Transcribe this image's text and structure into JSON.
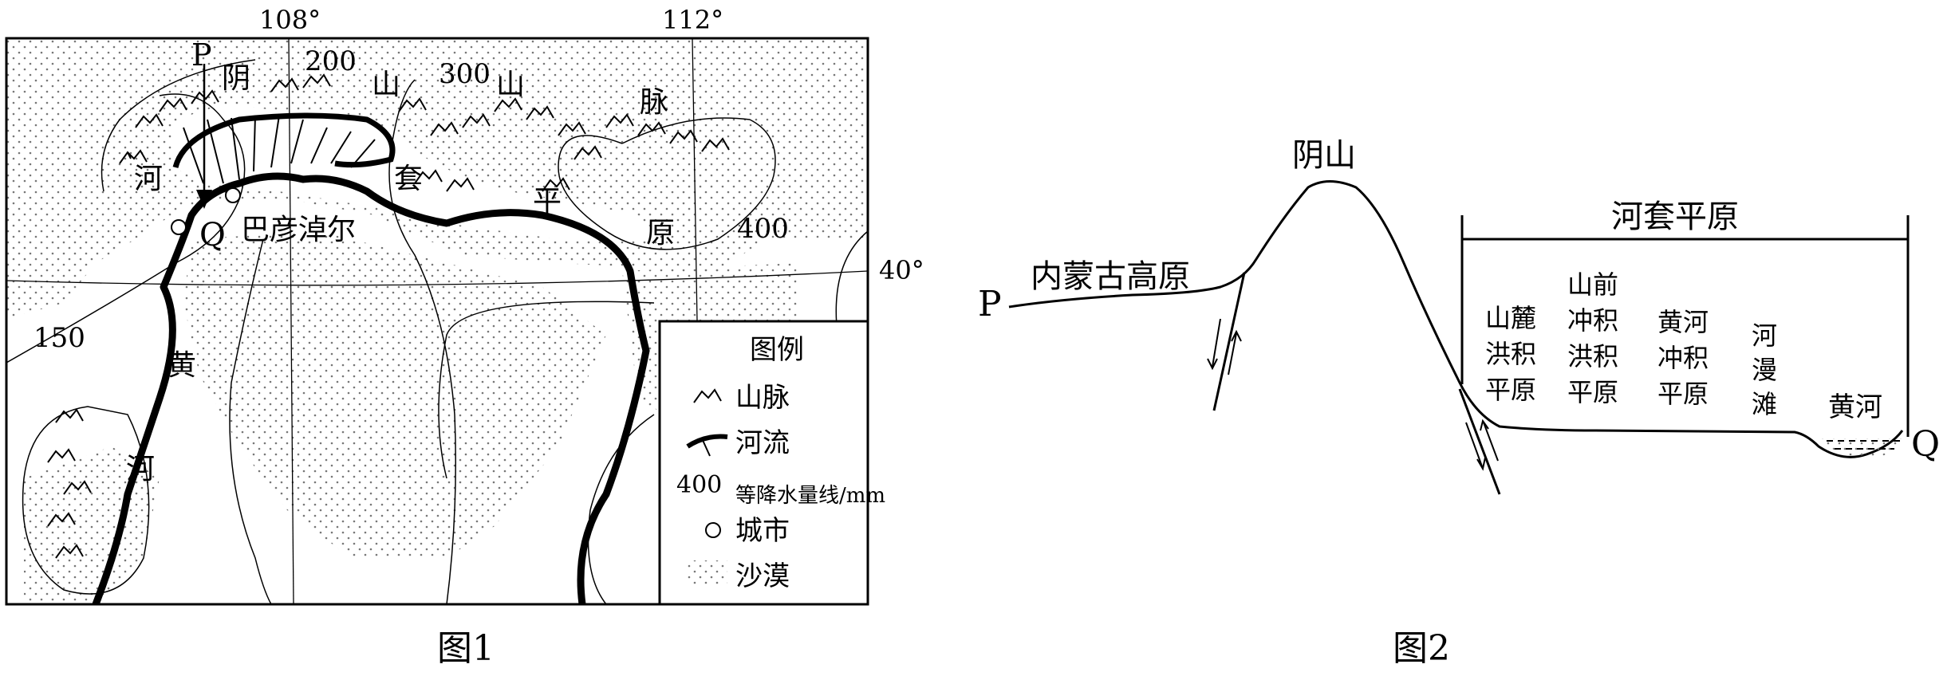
{
  "figure1": {
    "caption": "图1",
    "longitude_labels": [
      "108°",
      "112°"
    ],
    "latitude_label": "40°",
    "isohyet_labels": [
      "150",
      "200",
      "300",
      "400"
    ],
    "profile_endpoints": {
      "start": "P",
      "end": "Q"
    },
    "place_labels": {
      "mountain_range": [
        "阴",
        "山",
        "山",
        "脉"
      ],
      "plain": [
        "河",
        "套",
        "平",
        "原"
      ],
      "yellow_river": [
        "黄",
        "河"
      ],
      "city": "巴彦淖尔"
    },
    "legend": {
      "title": "图例",
      "items": [
        {
          "symbol": "mountain-range",
          "label": "山脉"
        },
        {
          "symbol": "river",
          "label": "河流"
        },
        {
          "symbol": "isohyet",
          "symbol_text": "400",
          "label": "等降水量线/mm"
        },
        {
          "symbol": "city",
          "label": "城市"
        },
        {
          "symbol": "desert",
          "label": "沙漠"
        }
      ]
    }
  },
  "figure2": {
    "caption": "图2",
    "endpoints": {
      "start": "P",
      "end": "Q"
    },
    "labels": {
      "mountain": "阴山",
      "plateau": "内蒙古高原",
      "plain": "河套平原",
      "zones": [
        {
          "lines": [
            "山麓",
            "洪积",
            "平原"
          ]
        },
        {
          "lines": [
            "山前",
            "冲积",
            "洪积",
            "平原"
          ]
        },
        {
          "lines": [
            "黄河",
            "冲积",
            "平原"
          ]
        },
        {
          "lines": [
            "河",
            "漫",
            "滩"
          ]
        }
      ],
      "river": "黄河"
    }
  }
}
